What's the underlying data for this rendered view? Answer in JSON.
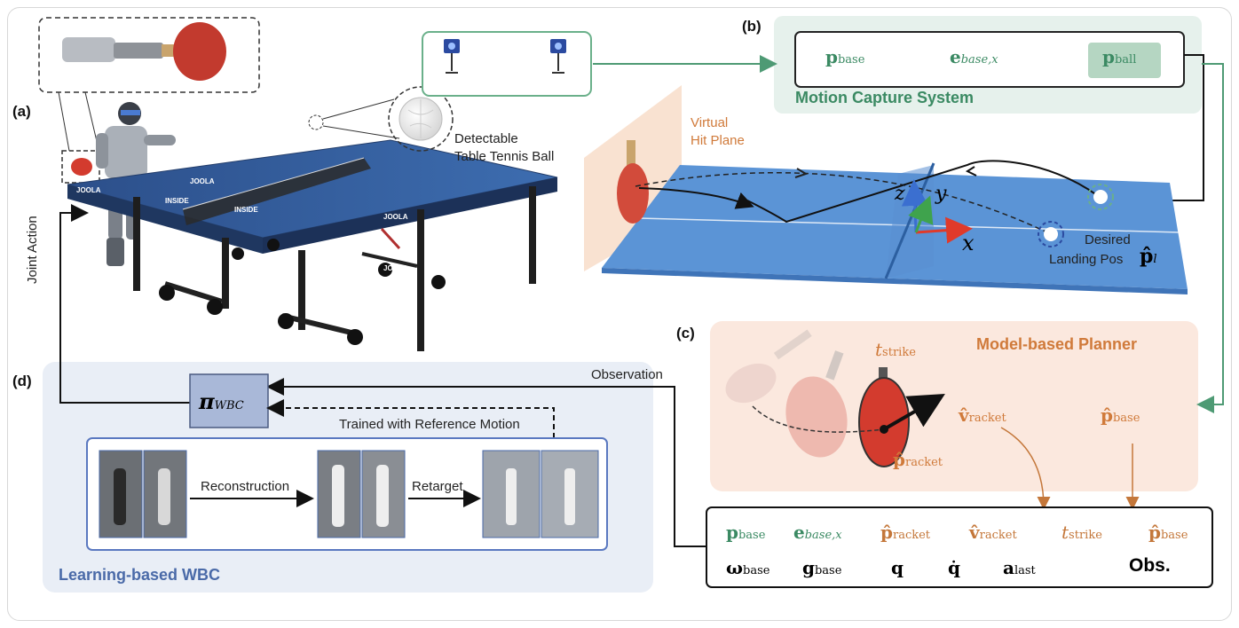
{
  "panels": {
    "a": {
      "label": "(a)",
      "ball_caption_line1": "Detectable",
      "ball_caption_line2": "Table Tennis Ball",
      "joint_action": "Joint Action",
      "table_brand": "JOOLA",
      "table_brand2": "INSIDE"
    },
    "b": {
      "label": "(b)",
      "title": "Motion Capture System",
      "virtual_plane_line1": "Virtual",
      "virtual_plane_line2": "Hit Plane",
      "desired_line1": "Desired",
      "desired_line2": "Landing Pos",
      "mocap_vars": [
        {
          "sym": "p",
          "sub": "base"
        },
        {
          "sym": "e",
          "sub": "base,x"
        },
        {
          "sym": "p",
          "sub": "ball"
        }
      ],
      "axis_x": "x",
      "axis_y": "y",
      "axis_z": "z",
      "landing_sym": "p̂",
      "landing_sub": "l"
    },
    "c": {
      "label": "(c)",
      "title": "Model-based Planner",
      "t_strike": "t",
      "t_strike_sub": "strike",
      "v_racket": "v̂",
      "v_racket_sub": "racket",
      "p_racket": "p̂",
      "p_racket_sub": "racket",
      "p_base": "p̂",
      "p_base_sub": "base"
    },
    "d": {
      "label": "(d)",
      "title": "Learning-based WBC",
      "policy": "π",
      "policy_sub": "WBC",
      "observation": "Observation",
      "trained": "Trained with Reference Motion",
      "reconstruction": "Reconstruction",
      "retarget": "Retarget"
    }
  },
  "obs_box": {
    "row1": [
      {
        "sym": "p",
        "sub": "base",
        "color": "#3b8a63"
      },
      {
        "sym": "e",
        "sub": "base,x",
        "color": "#3b8a63"
      },
      {
        "sym": "p̂",
        "sub": "racket",
        "color": "#c4773a"
      },
      {
        "sym": "v̂",
        "sub": "racket",
        "color": "#c4773a"
      },
      {
        "sym": "t",
        "sub": "strike",
        "color": "#c4773a"
      },
      {
        "sym": "p̂",
        "sub": "base",
        "color": "#c4773a"
      }
    ],
    "row2": [
      {
        "sym": "ω",
        "sub": "base",
        "color": "#111"
      },
      {
        "sym": "g",
        "sub": "base",
        "color": "#111"
      },
      {
        "sym": "q",
        "sub": "",
        "color": "#111"
      },
      {
        "sym": "q̇",
        "sub": "",
        "color": "#111"
      },
      {
        "sym": "a",
        "sub": "last",
        "color": "#111"
      }
    ],
    "obs_label": "Obs."
  },
  "colors": {
    "green": "#3b8a63",
    "orange": "#d07a3a",
    "blue_box": "#5a78c0",
    "green_panel": "#e6f1ec",
    "orange_panel": "#fbe8de",
    "blue_panel": "#e9eef6"
  }
}
